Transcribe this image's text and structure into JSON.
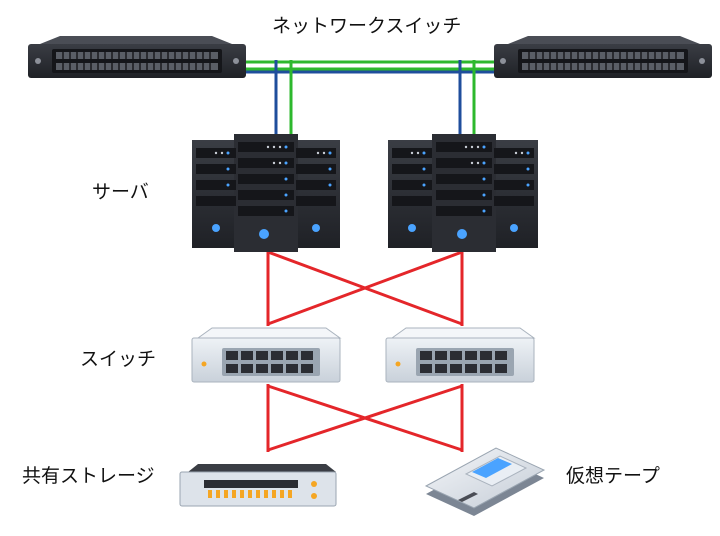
{
  "labels": {
    "network_switch": "ネットワークスイッチ",
    "server": "サーバ",
    "switch": "スイッチ",
    "shared_storage": "共有ストレージ",
    "virtual_tape": "仮想テープ"
  },
  "colors": {
    "link_blue": "#1f4e9c",
    "link_green": "#2db82d",
    "link_red": "#e4262a",
    "device_dark": "#2b2d33",
    "device_light": "#dde3ea",
    "port_led_blue": "#4aa3ff",
    "accent_orange": "#f5a623"
  }
}
